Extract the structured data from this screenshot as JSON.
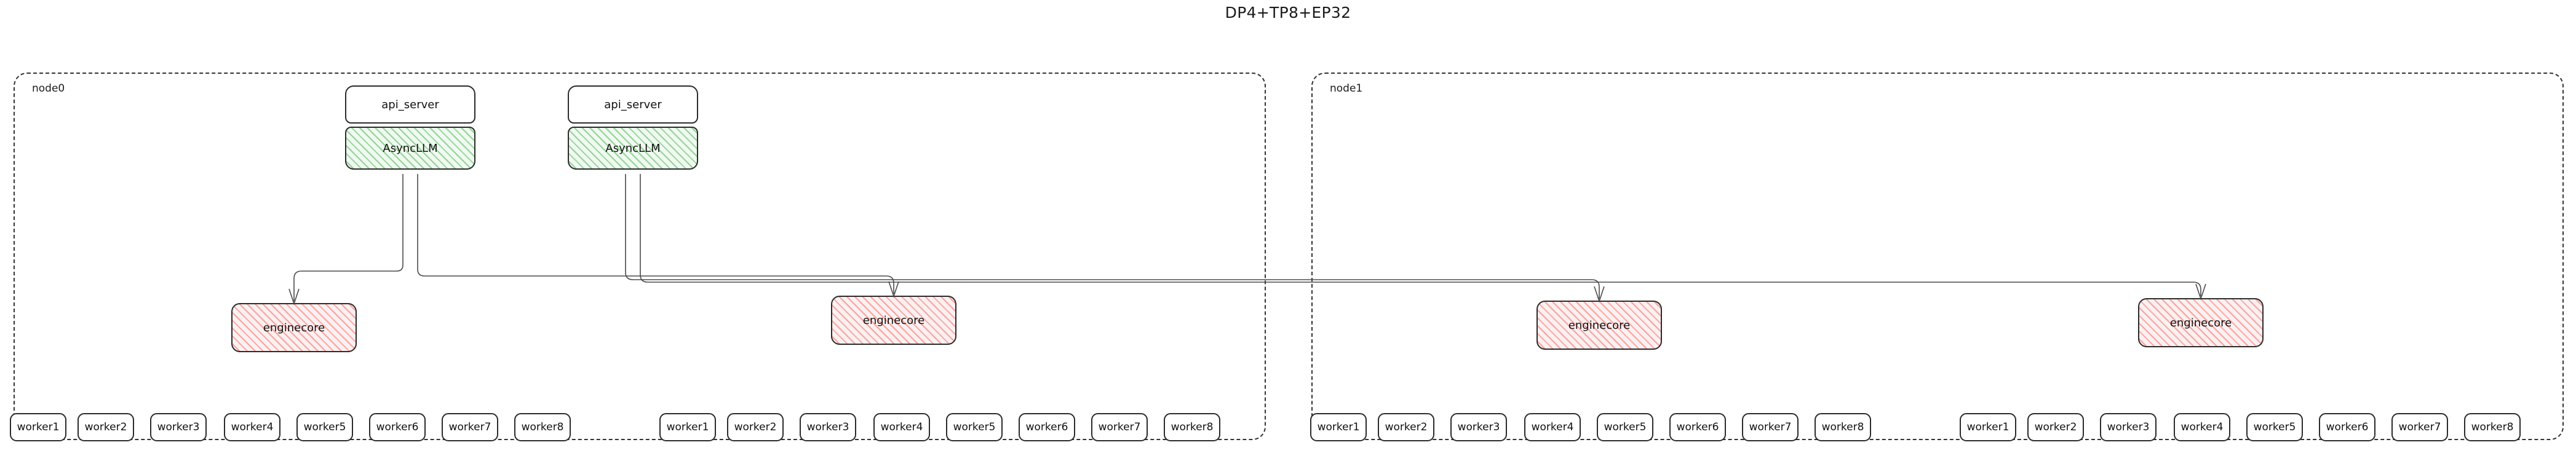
{
  "title": "DP4+TP8+EP32",
  "colors": {
    "asyncllm_hatch": "#4caf50",
    "asyncllm_fill": "#effaf0",
    "enginecore_hatch": "#f44336",
    "enginecore_fill": "#fdf0f1",
    "box_border": "#2b2b2b",
    "container_border": "#333333",
    "connector": "#4a4a4a",
    "text": "#111111"
  },
  "nodes": [
    {
      "id": "node0",
      "label": "node0",
      "api_servers": [
        {
          "label": "api_server",
          "engine_label": "AsyncLLM"
        },
        {
          "label": "api_server",
          "engine_label": "AsyncLLM"
        }
      ],
      "enginecores": [
        {
          "label": "enginecore"
        },
        {
          "label": "enginecore"
        }
      ],
      "worker_groups": [
        {
          "workers": [
            "worker1",
            "worker2",
            "worker3",
            "worker4",
            "worker5",
            "worker6",
            "worker7",
            "worker8"
          ]
        },
        {
          "workers": [
            "worker1",
            "worker2",
            "worker3",
            "worker4",
            "worker5",
            "worker6",
            "worker7",
            "worker8"
          ]
        }
      ]
    },
    {
      "id": "node1",
      "label": "node1",
      "api_servers": [],
      "enginecores": [
        {
          "label": "enginecore"
        },
        {
          "label": "enginecore"
        }
      ],
      "worker_groups": [
        {
          "workers": [
            "worker1",
            "worker2",
            "worker3",
            "worker4",
            "worker5",
            "worker6",
            "worker7",
            "worker8"
          ]
        },
        {
          "workers": [
            "worker1",
            "worker2",
            "worker3",
            "worker4",
            "worker5",
            "worker6",
            "worker7",
            "worker8"
          ]
        }
      ]
    }
  ]
}
